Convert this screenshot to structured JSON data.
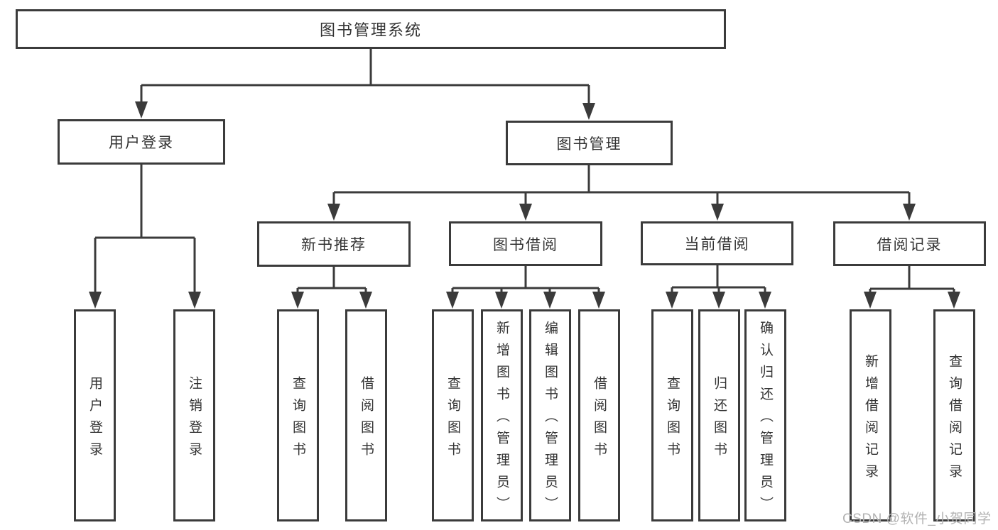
{
  "tree": {
    "label": "图书管理系统",
    "children": [
      {
        "label": "用户登录",
        "children": [
          {
            "label": "用户登录"
          },
          {
            "label": "注销登录"
          }
        ]
      },
      {
        "label": "图书管理",
        "children": [
          {
            "label": "新书推荐",
            "children": [
              {
                "label": "查询图书"
              },
              {
                "label": "借阅图书"
              }
            ]
          },
          {
            "label": "图书借阅",
            "children": [
              {
                "label": "查询图书"
              },
              {
                "label": "新增图书（管理员）"
              },
              {
                "label": "编辑图书（管理员）"
              },
              {
                "label": "借阅图书"
              }
            ]
          },
          {
            "label": "当前借阅",
            "children": [
              {
                "label": "查询图书"
              },
              {
                "label": "归还图书"
              },
              {
                "label": "确认归还（管理员）"
              }
            ]
          },
          {
            "label": "借阅记录",
            "children": [
              {
                "label": "新增借阅记录"
              },
              {
                "label": "查询借阅记录"
              }
            ]
          }
        ]
      }
    ]
  },
  "watermark": {
    "text": "CSDN @软件_小贺同学"
  },
  "colors": {
    "line": "#3b3b3b",
    "text": "#333333",
    "watermark": "#b3b3b3",
    "background": "#ffffff"
  }
}
